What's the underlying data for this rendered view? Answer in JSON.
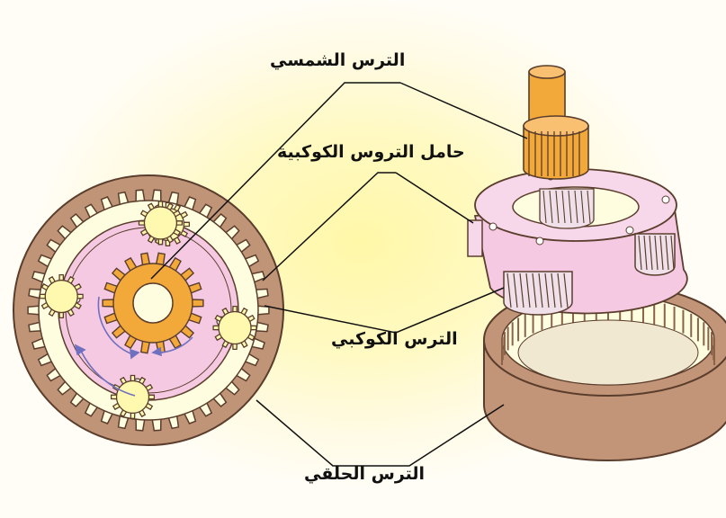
{
  "labels": {
    "sun_gear": "الترس الشمسي",
    "planet_carrier": "حامل التروس الكوكبية",
    "planet_gear": "الترس الكوكبي",
    "ring_gear": "الترس الحلقي"
  },
  "colors": {
    "ring_outer": "#c09477",
    "ring_teeth": "#fffde0",
    "carrier": "#f4c9e1",
    "sun_gear": "#f3a83a",
    "planet_gear": "#fff9b0",
    "arrow": "#7070c0",
    "leader_line": "#111111"
  },
  "icons": {
    "front_view": "planetary-gearset-front-view",
    "exploded_view": "planetary-gearset-exploded-view"
  }
}
